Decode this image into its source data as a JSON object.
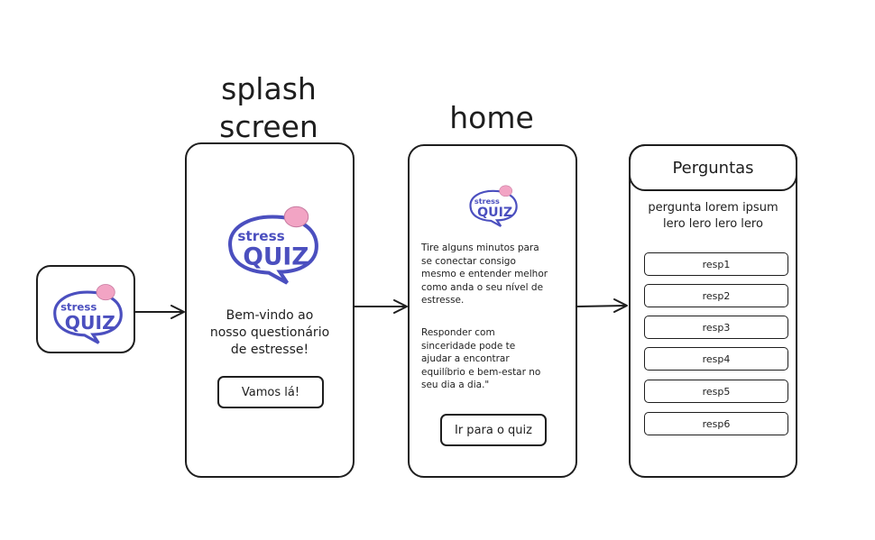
{
  "labels": {
    "splash_line1": "splash",
    "splash_line2": "screen",
    "home": "home"
  },
  "logo": {
    "word_top": "stress",
    "word_bottom": "QUIZ",
    "brand_color": "#4b4fbf",
    "accent_color": "#f2a4c4"
  },
  "splash": {
    "welcome_line1": "Bem-vindo ao",
    "welcome_line2": "nosso questionário",
    "welcome_line3": "de estresse!",
    "button_label": "Vamos lá!"
  },
  "home": {
    "para1_lines": [
      "Tire alguns minutos para",
      "se conectar consigo",
      "mesmo e entender melhor",
      "como anda o seu nível de",
      "estresse."
    ],
    "para2_lines": [
      "Responder com",
      "sinceridade pode te",
      "ajudar a encontrar",
      "equilíbrio e bem-estar no",
      "seu dia a dia.\""
    ],
    "button_label": "Ir para o quiz"
  },
  "perguntas": {
    "header": "Perguntas",
    "question_line1": "pergunta lorem ipsum",
    "question_line2": "lero lero lero lero",
    "answers": [
      "resp1",
      "resp2",
      "resp3",
      "resp4",
      "resp5",
      "resp6"
    ]
  }
}
